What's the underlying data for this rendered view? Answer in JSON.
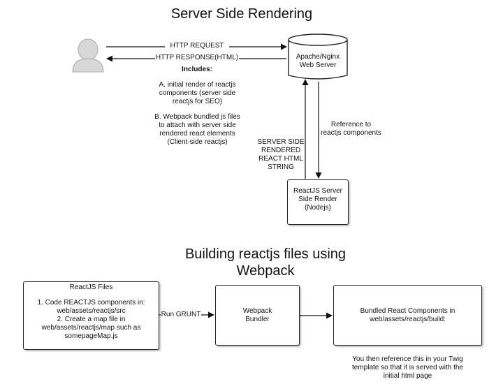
{
  "ssr": {
    "title": "Server Side Rendering",
    "http_request": "HTTP REQUEST",
    "http_response": "HTTP RESPONSE(HTML)",
    "includes_heading": "Includes:",
    "includes_a": "A. initial render of reactjs\ncomponents (server side\nreactjs for SEO)",
    "includes_b": "B. Webpack bundled js files\nto attach with server side\nrendered react elements\n(Client-side reactjs)",
    "web_server": "Apache/Nginx\nWeb Server",
    "reference_label": "Reference to\nreactjs components",
    "rendered_label": "SERVER SIDE\nRENDERED\nREACT HTML\nSTRING",
    "node_render": "ReactJS Server\nSide Render\n(Nodejs)"
  },
  "build": {
    "title": "Building reactjs files using\nWebpack",
    "files_heading": "ReactJS Files",
    "files_steps": "1. Code REACTJS components in:\nweb/assets/reactjs/src\n2. Create a map file in\nweb/assets/reactjs/map such as\nsomepageMap.js",
    "run_grunt": "Run GRUNT",
    "bundler": "Webpack\nBundler",
    "bundled": "Bundled React Components in\nweb/assets/reactjs/build:",
    "note": "You then reference this in your Twig\ntemplate so that it is served with the\ninitial html page"
  }
}
